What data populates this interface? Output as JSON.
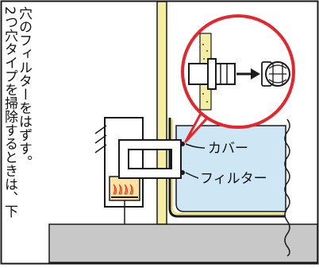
{
  "instruction": {
    "col1": "2つ穴タイプを掃除するときは、下",
    "col2": "穴のフィルターをはずす。"
  },
  "labels": {
    "cover": "カバー",
    "filter": "フィルター"
  },
  "colors": {
    "outline": "#1a1a1a",
    "highlight": "#e6252d",
    "water": "#cfe6f5",
    "wall": "#f3eea2",
    "counter": "#c8c8c8",
    "flame": "#f08a3c"
  }
}
